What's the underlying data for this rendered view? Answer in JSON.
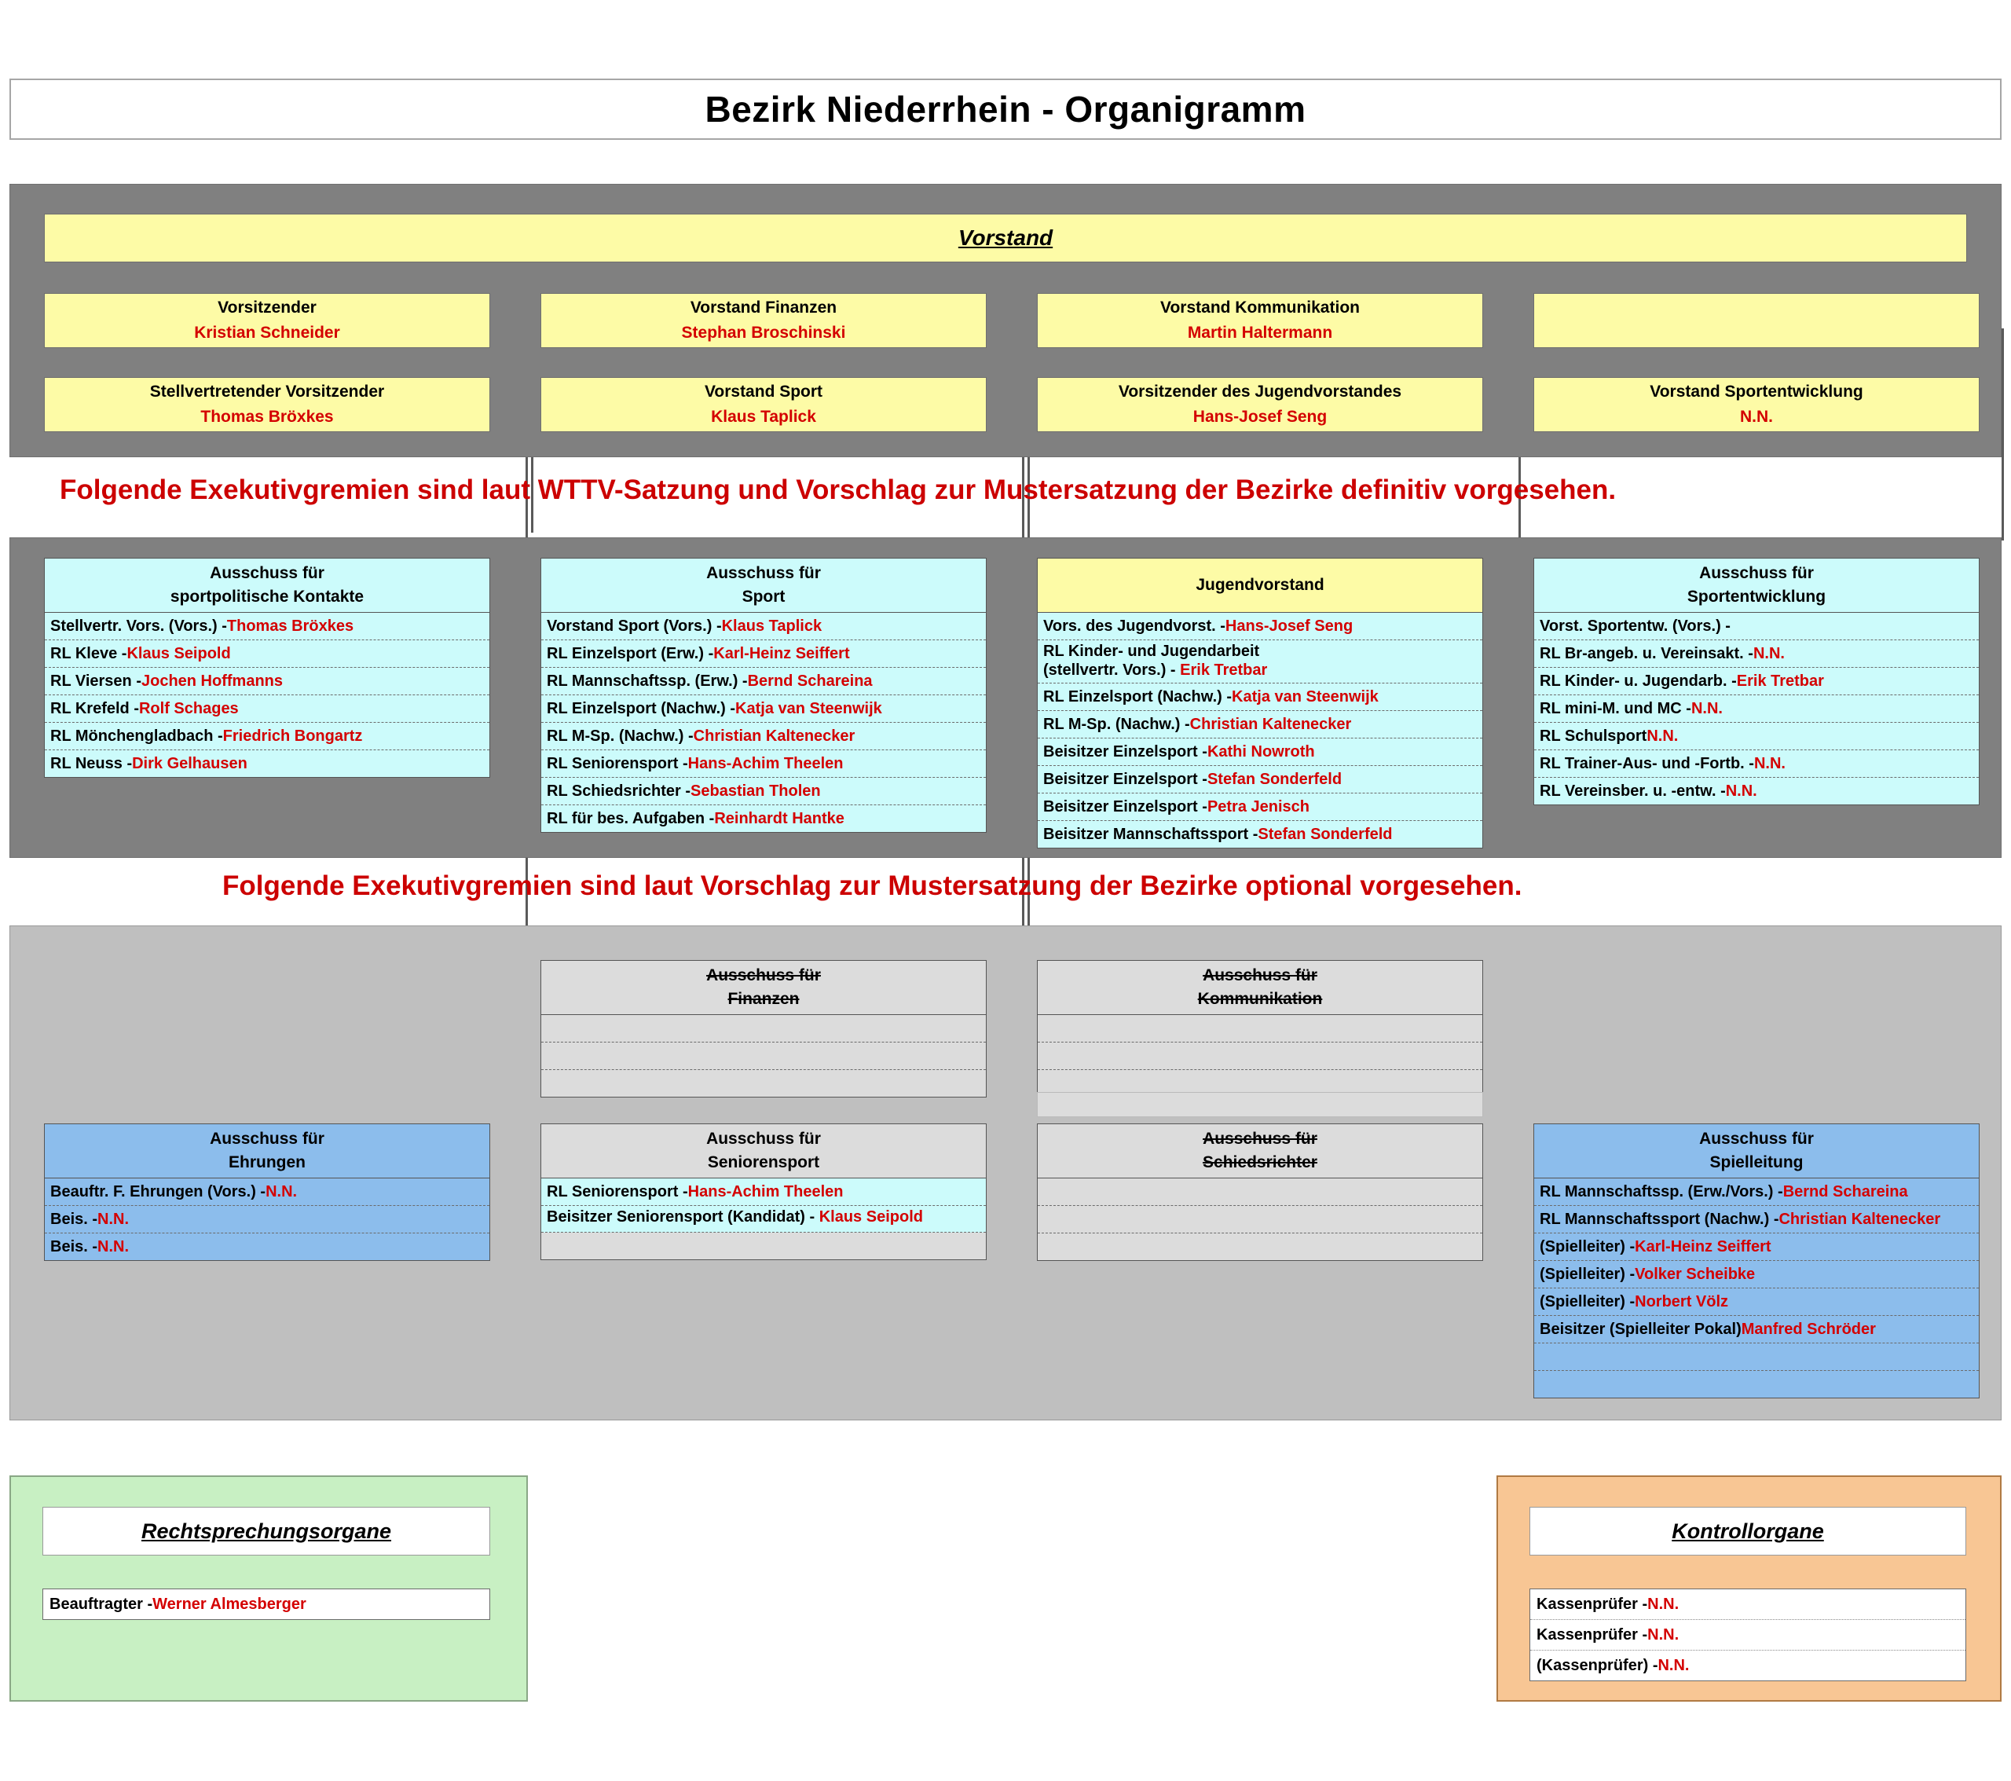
{
  "title": "Bezirk Niederrhein - Organigramm",
  "vorstand": {
    "heading": "Vorstand",
    "cells": [
      {
        "role": "Vorsitzender",
        "name": "Kristian Schneider"
      },
      {
        "role": "Vorstand Finanzen",
        "name": "Stephan Broschinski"
      },
      {
        "role": "Vorstand Kommunikation",
        "name": "Martin Haltermann"
      },
      {
        "role": "",
        "name": ""
      },
      {
        "role": "Stellvertretender Vorsitzender",
        "name": "Thomas Bröxkes"
      },
      {
        "role": "Vorstand Sport",
        "name": "Klaus Taplick"
      },
      {
        "role": "Vorsitzender des Jugendvorstandes",
        "name": "Hans-Josef Seng"
      },
      {
        "role": "Vorstand Sportentwicklung",
        "name": "N.N."
      }
    ]
  },
  "notice_definitiv": "Folgende Exekutivgremien sind laut WTTV-Satzung und Vorschlag zur Mustersatzung der Bezirke definitiv vorgesehen.",
  "notice_optional": "Folgende Exekutivgremien sind laut Vorschlag zur Mustersatzung der Bezirke optional vorgesehen.",
  "committees_definitiv": [
    {
      "header_line1": "Ausschuss für",
      "header_line2": "sportpolitische Kontakte",
      "rows": [
        {
          "role": "Stellvertr. Vors. (Vors.) - ",
          "name": "Thomas Bröxkes"
        },
        {
          "role": "RL Kleve - ",
          "name": "Klaus Seipold"
        },
        {
          "role": "RL Viersen - ",
          "name": "Jochen Hoffmanns"
        },
        {
          "role": "RL Krefeld - ",
          "name": "Rolf Schages"
        },
        {
          "role": "RL Mönchengladbach - ",
          "name": "Friedrich Bongartz"
        },
        {
          "role": "RL Neuss - ",
          "name": "Dirk Gelhausen"
        }
      ]
    },
    {
      "header_line1": "Ausschuss für",
      "header_line2": "Sport",
      "rows": [
        {
          "role": "Vorstand Sport (Vors.) - ",
          "name": "Klaus Taplick"
        },
        {
          "role": "RL Einzelsport (Erw.) - ",
          "name": "Karl-Heinz Seiffert"
        },
        {
          "role": "RL Mannschaftssp. (Erw.) - ",
          "name": "Bernd Schareina"
        },
        {
          "role": "RL Einzelsport (Nachw.) - ",
          "name": "Katja van Steenwijk"
        },
        {
          "role": "RL M-Sp. (Nachw.) - ",
          "name": "Christian Kaltenecker"
        },
        {
          "role": "RL Seniorensport - ",
          "name": "Hans-Achim Theelen"
        },
        {
          "role": "RL Schiedsrichter - ",
          "name": "Sebastian Tholen"
        },
        {
          "role": "RL für bes. Aufgaben - ",
          "name": "Reinhardt Hantke"
        }
      ]
    },
    {
      "header_line1": "Jugendvorstand",
      "header_line2": "",
      "rows": [
        {
          "role": "Vors. des Jugendvorst. - ",
          "name": "Hans-Josef Seng"
        },
        {
          "role": "RL Kinder- und Jugendarbeit",
          "role2": "(stellvertr. Vors.) - ",
          "name": "Erik Tretbar"
        },
        {
          "role": "RL Einzelsport (Nachw.) - ",
          "name": "Katja van Steenwijk"
        },
        {
          "role": "RL M-Sp. (Nachw.) - ",
          "name": "Christian Kaltenecker"
        },
        {
          "role": "Beisitzer Einzelsport - ",
          "name": "Kathi Nowroth"
        },
        {
          "role": "Beisitzer Einzelsport - ",
          "name": "Stefan Sonderfeld"
        },
        {
          "role": "Beisitzer Einzelsport - ",
          "name": "Petra Jenisch"
        },
        {
          "role": "Beisitzer Mannschaftssport - ",
          "name": "Stefan Sonderfeld"
        }
      ]
    },
    {
      "header_line1": "Ausschuss für",
      "header_line2": "Sportentwicklung",
      "rows": [
        {
          "role": "Vorst. Sportentw. (Vors.) - ",
          "name": ""
        },
        {
          "role": "RL Br-angeb. u. Vereinsakt. - ",
          "name": "N.N."
        },
        {
          "role": "RL Kinder- u. Jugendarb. - ",
          "name": "Erik Tretbar"
        },
        {
          "role": "RL mini-M. und MC - ",
          "name": "N.N."
        },
        {
          "role": "RL Schulsport ",
          "name": "N.N."
        },
        {
          "role": "RL Trainer-Aus- und -Fortb. - ",
          "name": "N.N."
        },
        {
          "role": "RL Vereinsber. u. -entw. - ",
          "name": "N.N."
        }
      ]
    }
  ],
  "committees_optional_top": [
    {
      "header_line1": "Ausschuss für",
      "header_line2": "Finanzen",
      "struck": true,
      "rows": [
        {
          "role": "",
          "name": ""
        },
        {
          "role": "",
          "name": ""
        },
        {
          "role": "",
          "name": ""
        }
      ]
    },
    {
      "header_line1": "Ausschuss für",
      "header_line2": "Kommunikation",
      "struck": true,
      "rows": [
        {
          "role": "",
          "name": ""
        },
        {
          "role": "",
          "name": ""
        },
        {
          "role": "",
          "name": ""
        }
      ]
    }
  ],
  "committees_optional_bottom": [
    {
      "header_line1": "Ausschuss für",
      "header_line2": "Ehrungen",
      "rows": [
        {
          "role": "Beauftr. F. Ehrungen (Vors.) - ",
          "name": "N.N."
        },
        {
          "role": "Beis. - ",
          "name": "N.N."
        },
        {
          "role": "Beis. - ",
          "name": "N.N."
        }
      ]
    },
    {
      "header_line1": "Ausschuss für",
      "header_line2": "Seniorensport",
      "rows": [
        {
          "role": "RL Seniorensport - ",
          "name": "Hans-Achim Theelen"
        },
        {
          "role": "Beisitzer Seniorensport (Kandidat) - ",
          "name": "Klaus Seipold"
        },
        {
          "role": "",
          "name": ""
        }
      ]
    },
    {
      "header_line1": "Ausschuss für",
      "header_line2": "Schiedsrichter",
      "struck": true,
      "rows": [
        {
          "role": "",
          "name": ""
        },
        {
          "role": "",
          "name": ""
        },
        {
          "role": "",
          "name": ""
        }
      ]
    },
    {
      "header_line1": "Ausschuss für",
      "header_line2": "Spielleitung",
      "rows": [
        {
          "role": "RL Mannschaftssp. (Erw./Vors.) - ",
          "name": "Bernd Schareina"
        },
        {
          "role": "RL Mannschaftssport (Nachw.) - ",
          "name": "Christian Kaltenecker"
        },
        {
          "role": "(Spielleiter) - ",
          "name": "Karl-Heinz Seiffert"
        },
        {
          "role": "(Spielleiter) - ",
          "name": "Volker Scheibke"
        },
        {
          "role": "(Spielleiter) - ",
          "name": "Norbert Völz"
        },
        {
          "role": "Beisitzer (Spielleiter Pokal) ",
          "name": "Manfred Schröder"
        },
        {
          "role": "",
          "name": ""
        },
        {
          "role": "",
          "name": ""
        }
      ]
    }
  ],
  "rechtsprechungsorgane": {
    "title": "Rechtsprechungsorgane",
    "rows": [
      {
        "role": "Beauftragter - ",
        "name": "Werner Almesberger"
      }
    ]
  },
  "kontrollorgane": {
    "title": "Kontrollorgane",
    "rows": [
      {
        "role": "Kassenprüfer - ",
        "name": "N.N."
      },
      {
        "role": "Kassenprüfer - ",
        "name": "N.N."
      },
      {
        "role": "(Kassenprüfer) - ",
        "name": "N.N."
      }
    ]
  },
  "colors": {
    "accent_name": "#d40000",
    "notice": "#cc0000",
    "board_fill": "#fdfba6",
    "committee_fill": "#ccfbfb",
    "optional_fill": "#8cbdec",
    "disabled_fill": "#dcdcdc",
    "band_dark": "#808080",
    "band_light": "#bfbfbf",
    "legal_fill": "#c8f0c3",
    "control_fill": "#f8c694"
  }
}
